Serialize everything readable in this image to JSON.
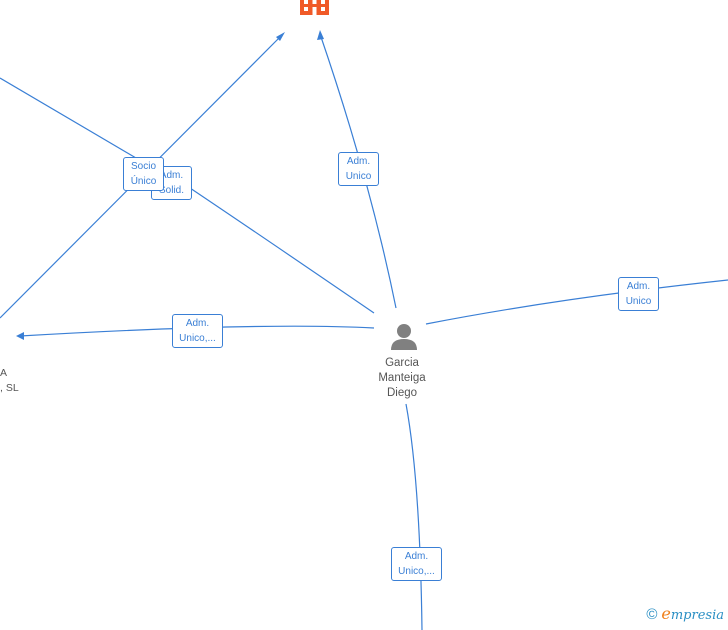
{
  "person": {
    "name_lines": [
      "Garcia",
      "Manteiga",
      "Diego"
    ]
  },
  "partial_company_label": [
    "A",
    ", SL"
  ],
  "edges": {
    "socio_unico": {
      "lines": [
        "Socio",
        "Único"
      ]
    },
    "adm_solid": {
      "lines": [
        "Adm.",
        "Solid."
      ]
    },
    "adm_unico_top": {
      "lines": [
        "Adm.",
        "Unico"
      ]
    },
    "adm_unico_left": {
      "lines": [
        "Adm.",
        "Unico,..."
      ]
    },
    "adm_unico_right": {
      "lines": [
        "Adm.",
        "Unico"
      ]
    },
    "adm_unico_bottom": {
      "lines": [
        "Adm.",
        "Unico,..."
      ]
    }
  },
  "watermark": {
    "copyright": "©",
    "e": "e",
    "rest": "mpresia"
  },
  "colors": {
    "edge": "#3a7fd5",
    "company_icon": "#f05a28",
    "person_icon": "#808080"
  },
  "icons": {
    "company": "building-icon",
    "person": "person-icon"
  }
}
